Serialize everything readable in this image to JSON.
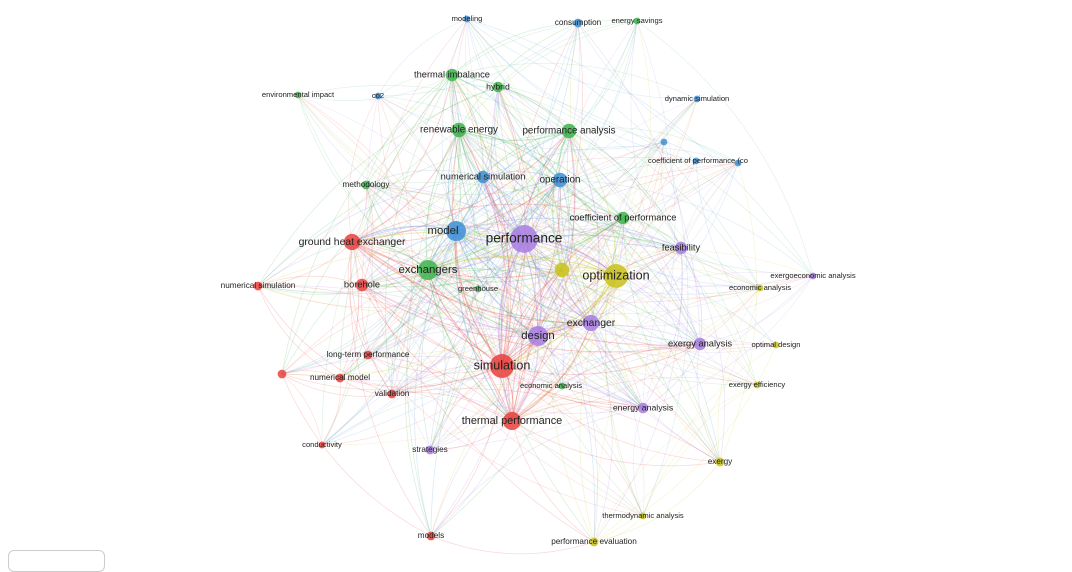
{
  "clusters": {
    "red": "#e8413c",
    "green": "#3cb44b",
    "blue": "#3d8fd6",
    "yellow": "#c8c21a",
    "purple": "#a77de0"
  },
  "nodes": [
    {
      "label": "modeling",
      "cluster": "blue",
      "weight": 2
    },
    {
      "label": "consumption",
      "cluster": "blue",
      "weight": 3
    },
    {
      "label": "energy savings",
      "cluster": "green",
      "weight": 2
    },
    {
      "label": "thermal imbalance",
      "cluster": "green",
      "weight": 5
    },
    {
      "label": "hybrid",
      "cluster": "green",
      "weight": 4
    },
    {
      "label": "environmental impact",
      "cluster": "green",
      "weight": 2
    },
    {
      "label": "co2",
      "cluster": "blue",
      "weight": 2
    },
    {
      "label": "dynamic simulation",
      "cluster": "blue",
      "weight": 2
    },
    {
      "label": "renewable energy",
      "cluster": "green",
      "weight": 6
    },
    {
      "label": "performance analysis",
      "cluster": "green",
      "weight": 6
    },
    {
      "label": "",
      "cluster": "blue",
      "weight": 2
    },
    {
      "label": "coefficient of performance (co",
      "cluster": "blue",
      "weight": 2
    },
    {
      "label": "",
      "cluster": "blue",
      "weight": 2
    },
    {
      "label": "numerical simulation",
      "cluster": "blue",
      "weight": 5
    },
    {
      "label": "operation",
      "cluster": "blue",
      "weight": 6
    },
    {
      "label": "methodology",
      "cluster": "green",
      "weight": 3
    },
    {
      "label": "coefficient of performance",
      "cluster": "green",
      "weight": 5
    },
    {
      "label": "model",
      "cluster": "blue",
      "weight": 9
    },
    {
      "label": "performance",
      "cluster": "purple",
      "weight": 13
    },
    {
      "label": "ground heat exchanger",
      "cluster": "red",
      "weight": 7
    },
    {
      "label": "feasibility",
      "cluster": "purple",
      "weight": 5
    },
    {
      "label": "exchangers",
      "cluster": "green",
      "weight": 9
    },
    {
      "label": "",
      "cluster": "yellow",
      "weight": 6
    },
    {
      "label": "optimization",
      "cluster": "yellow",
      "weight": 11
    },
    {
      "label": "exergoeconomic analysis",
      "cluster": "purple",
      "weight": 2
    },
    {
      "label": "numerical simulation",
      "cluster": "red",
      "weight": 3
    },
    {
      "label": "borehole",
      "cluster": "red",
      "weight": 5
    },
    {
      "label": "greenhouse",
      "cluster": "green",
      "weight": 2
    },
    {
      "label": "economic analysis",
      "cluster": "yellow",
      "weight": 2
    },
    {
      "label": "exchanger",
      "cluster": "purple",
      "weight": 7
    },
    {
      "label": "design",
      "cluster": "purple",
      "weight": 9
    },
    {
      "label": "exergy analysis",
      "cluster": "purple",
      "weight": 5
    },
    {
      "label": "optimal design",
      "cluster": "yellow",
      "weight": 2
    },
    {
      "label": "long-term performance",
      "cluster": "red",
      "weight": 3
    },
    {
      "label": "simulation",
      "cluster": "red",
      "weight": 11
    },
    {
      "label": "",
      "cluster": "red",
      "weight": 3
    },
    {
      "label": "numerical model",
      "cluster": "red",
      "weight": 3
    },
    {
      "label": "economic analysis",
      "cluster": "green",
      "weight": 2
    },
    {
      "label": "exergy efficiency",
      "cluster": "yellow",
      "weight": 2
    },
    {
      "label": "validation",
      "cluster": "red",
      "weight": 3
    },
    {
      "label": "energy analysis",
      "cluster": "purple",
      "weight": 4
    },
    {
      "label": "thermal performance",
      "cluster": "red",
      "weight": 8
    },
    {
      "label": "conductivity",
      "cluster": "red",
      "weight": 2
    },
    {
      "label": "strategies",
      "cluster": "purple",
      "weight": 3
    },
    {
      "label": "exergy",
      "cluster": "yellow",
      "weight": 3
    },
    {
      "label": "thermodynamic analysis",
      "cluster": "yellow",
      "weight": 2
    },
    {
      "label": "models",
      "cluster": "red",
      "weight": 3
    },
    {
      "label": "performance evaluation",
      "cluster": "yellow",
      "weight": 3
    }
  ]
}
